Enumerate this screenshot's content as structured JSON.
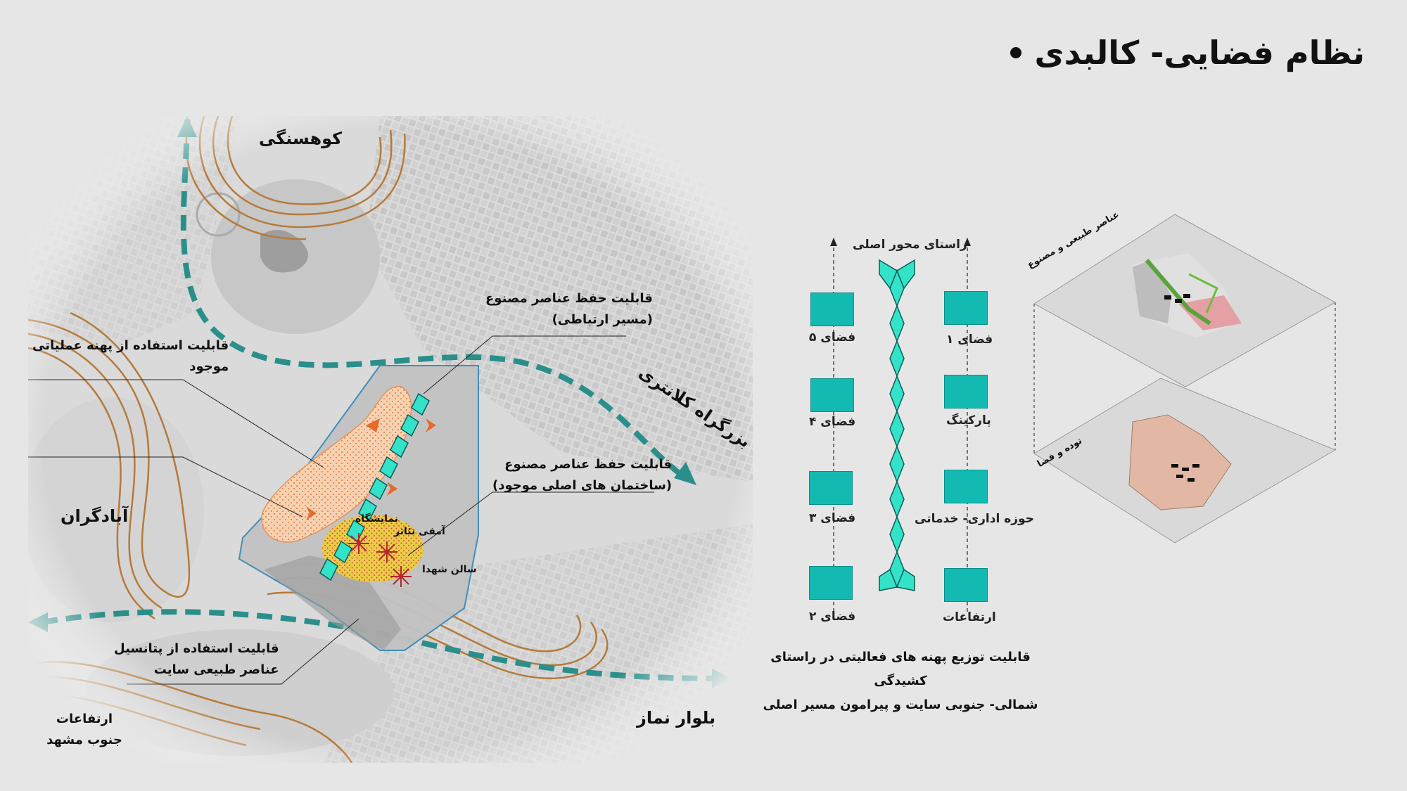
{
  "title": "نظام فضایی- کالبدی",
  "map": {
    "place_labels": {
      "north": "کوهسنگی",
      "west": "آبادگران",
      "south_line1": "ارتفاعات",
      "south_line2": "جنوب مشهد"
    },
    "roads": {
      "highway": "بزرگراه کلانتری",
      "boulevard": "بلوار نماز"
    },
    "annotations": {
      "a1_line1": "قابلیت حفظ عناصر مصنوع",
      "a1_line2": "(مسیر ارتباطی)",
      "a2_line1": "قابلیت استفاده از پهنه عملیاتی",
      "a2_line2": "موجود",
      "a3_line1": "قابلیت حفظ عناصر مصنوع",
      "a3_line2": "(ساختمان های اصلی موجود)",
      "a4_line1": "قابلیت استفاده از پتانسیل",
      "a4_line2": "عناصر طبیعی سایت"
    },
    "site_labels": {
      "exhibition": "نمایشگاه",
      "amphitheatre": "آمفی تئاتر",
      "hall": "سالن شهدا"
    }
  },
  "diagram": {
    "axis_title": "راستای محور اصلی",
    "left_column": [
      "فضای ۵",
      "فضای ۴",
      "فضای ۳",
      "فضای ۲"
    ],
    "right_column": [
      "فضای ۱",
      "پارکینگ",
      "حوزه اداری- خدماتی",
      "ارتفاعات"
    ],
    "caption_line1": "قابلیت توزیع پهنه های فعالیتی در راستای کشیدگی",
    "caption_line2": "شمالی- جنوبی سایت و پیرامون مسیر اصلی"
  },
  "iso": {
    "top_label": "عناصر طبیعی و مصنوع",
    "bottom_label": "توده و فضا"
  },
  "colors": {
    "teal": "#2a8f8a",
    "accent": "#13bab2",
    "contour": "#b57a3a",
    "site_fill": "#f6c9a2",
    "amphi_fill": "#e9c23c",
    "mass_fill": "#e2b8a4"
  }
}
